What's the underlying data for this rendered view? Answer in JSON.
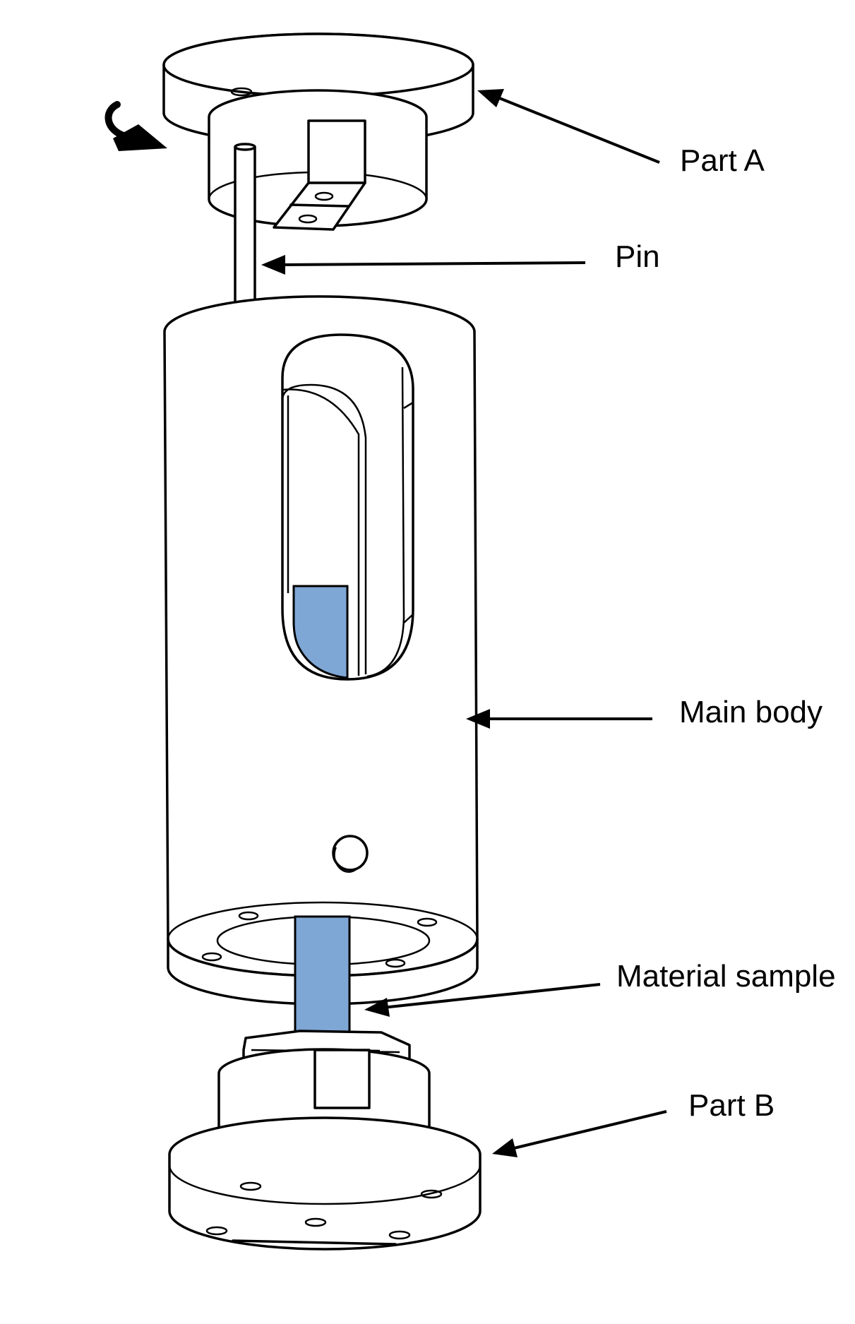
{
  "labels": {
    "part_a": "Part A",
    "pin": "Pin",
    "main_body": "Main body",
    "material_sample": "Material sample",
    "part_b": "Part B"
  },
  "colors": {
    "sample_fill": "#7fa7d6",
    "outline": "#000000",
    "background": "#ffffff"
  }
}
